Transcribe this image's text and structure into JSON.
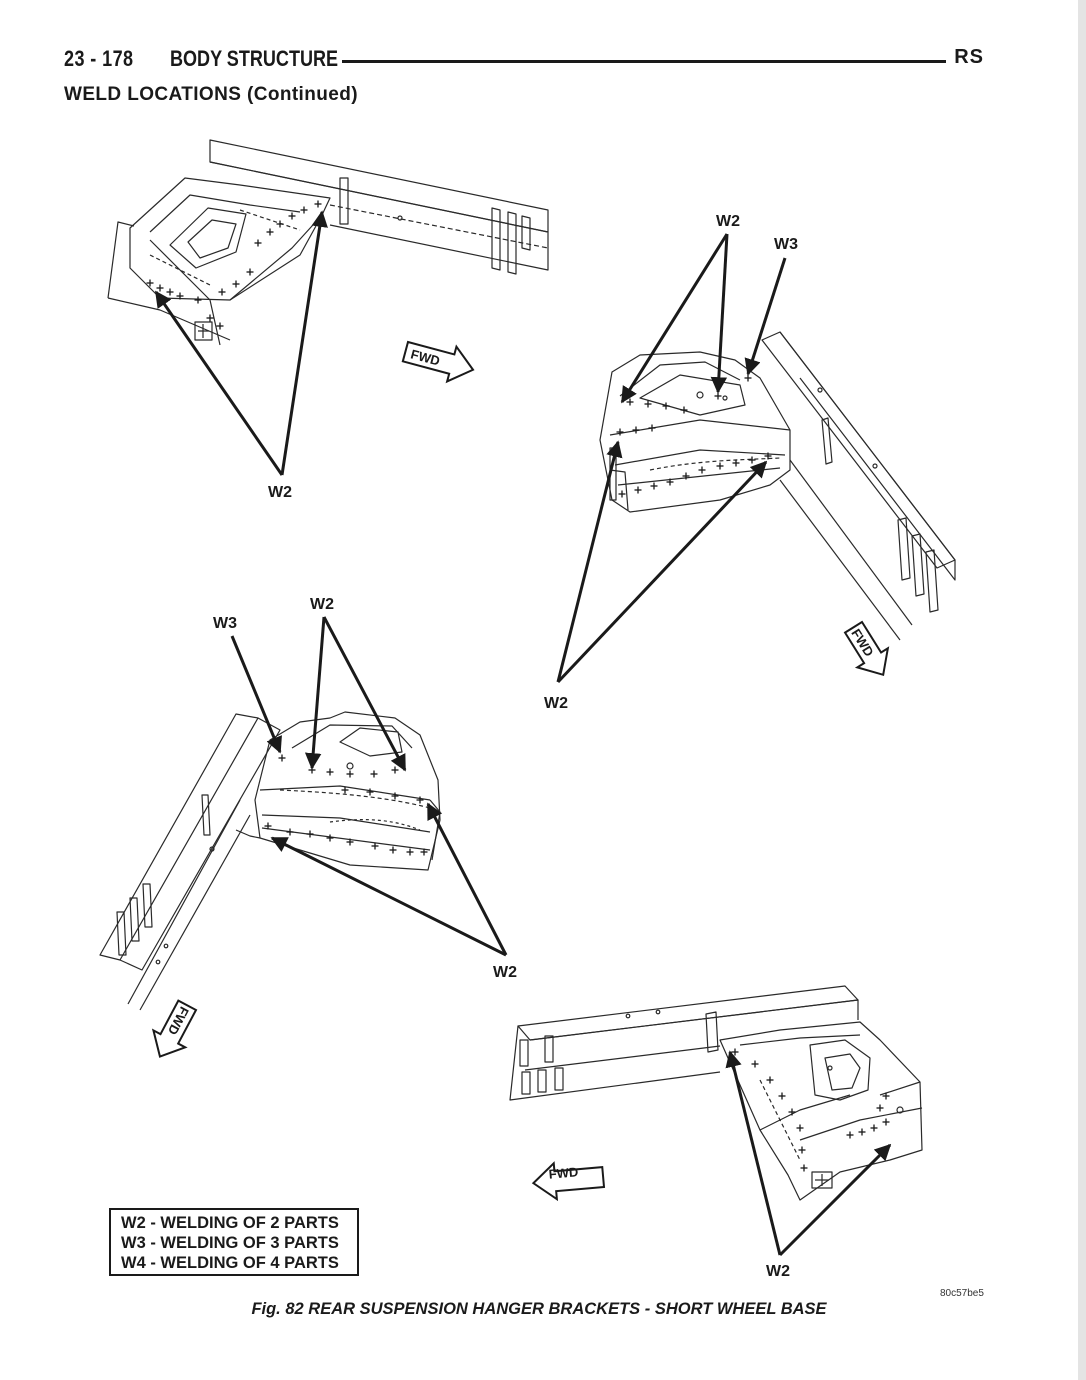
{
  "header": {
    "page_number": "23 - 178",
    "section_title": "BODY STRUCTURE",
    "model_code": "RS"
  },
  "subsection_title": "WELD LOCATIONS (Continued)",
  "callouts": {
    "view1": [
      "W2"
    ],
    "view2": [
      "W2",
      "W3",
      "W2"
    ],
    "view3": [
      "W3",
      "W2",
      "W2"
    ],
    "view4": [
      "W2"
    ]
  },
  "fwd_label": "FWD",
  "legend": [
    "W2 - WELDING OF 2 PARTS",
    "W3 - WELDING OF 3 PARTS",
    "W4 - WELDING OF 4 PARTS"
  ],
  "image_code": "80c57be5",
  "caption": "Fig. 82 REAR SUSPENSION HANGER BRACKETS - SHORT WHEEL BASE",
  "colors": {
    "ink": "#1a1a1a",
    "paper": "#ffffff"
  },
  "icons": [
    "fwd-arrow-icon",
    "weld-mark-icon"
  ]
}
